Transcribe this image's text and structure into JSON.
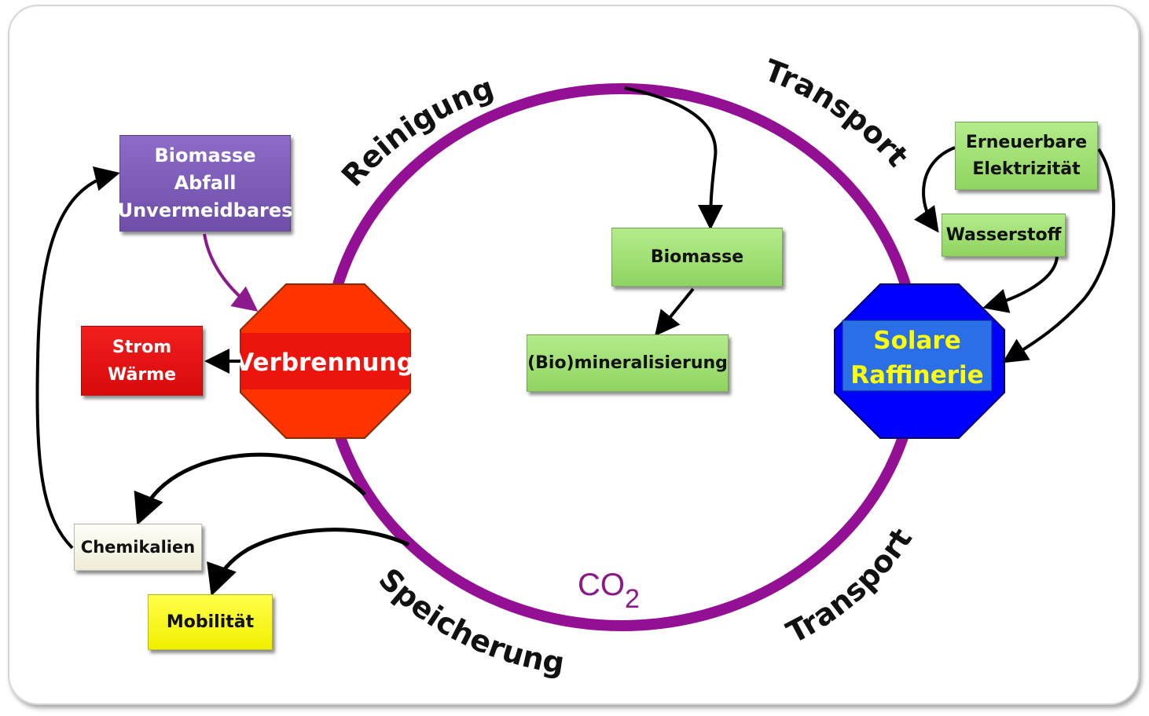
{
  "cycle": {
    "label_top_left": "Reinigung",
    "label_top_right": "Transport",
    "label_bottom_left": "Speicherung",
    "label_bottom_right": "Transport",
    "center_label_main": "CO",
    "center_label_sub": "2",
    "ring_color": "#930f93"
  },
  "nodes": {
    "verbrennung": {
      "label": "Verbrennung",
      "color": "#ff3300"
    },
    "solare_raffinerie": {
      "line1": "Solare",
      "line2": "Raffinerie",
      "color": "#0000ff",
      "text_color": "#ffff00"
    },
    "biomasse_abfall": {
      "label": "Biomasse\nAbfall\nUnvermeidbares"
    },
    "strom_waerme": {
      "label": "Strom\nWärme"
    },
    "biomasse": {
      "label": "Biomasse"
    },
    "biomineralisierung": {
      "label": "(Bio)mineralisierung"
    },
    "erneuerbare": {
      "label": "Erneuerbare\nElektrizität"
    },
    "wasserstoff": {
      "label": "Wasserstoff"
    },
    "chemikalien": {
      "label": "Chemikalien"
    },
    "mobilitaet": {
      "label": "Mobilität"
    }
  }
}
